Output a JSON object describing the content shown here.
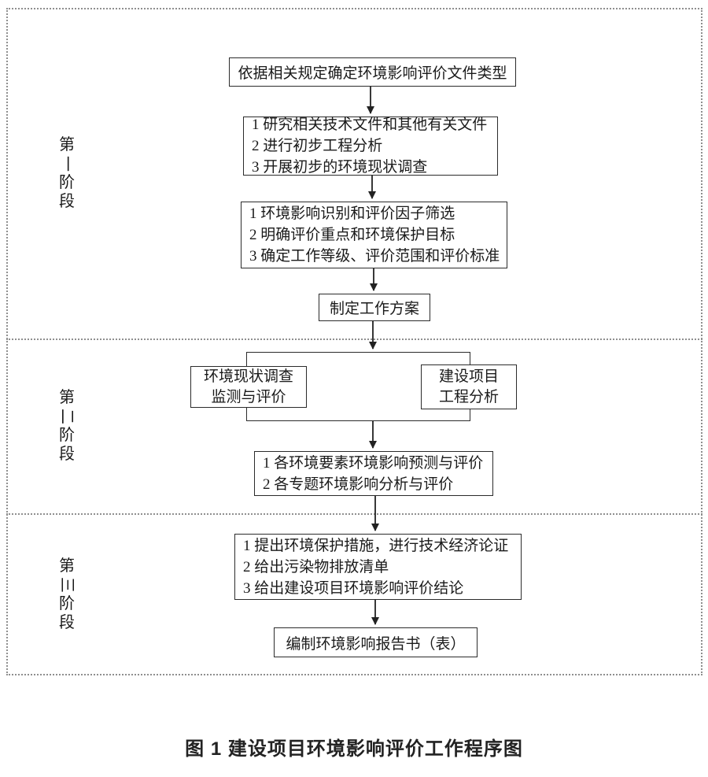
{
  "diagram": {
    "caption": "图 1 建设项目环境影响评价工作程序图",
    "stages": [
      {
        "label": "第一阶段"
      },
      {
        "label": "第二阶段"
      },
      {
        "label": "第三阶段"
      }
    ],
    "flow": {
      "determine_doc_type": "依据相关规定确定环境影响评价文件类型",
      "preliminary_work": [
        "1 研究相关技术文件和其他有关文件",
        "2 进行初步工程分析",
        "3 开展初步的环境现状调查"
      ],
      "identify_and_screen": [
        "1 环境影响识别和评价因子筛选",
        "2 明确评价重点和环境保护目标",
        "3 确定工作等级、评价范围和评价标准"
      ],
      "work_plan": "制定工作方案",
      "status_survey": [
        "环境现状调查",
        "监测与评价"
      ],
      "project_analysis": [
        "建设项目",
        "工程分析"
      ],
      "impact_prediction": [
        "1 各环境要素环境影响预测与评价",
        "2 各专题环境影响分析与评价"
      ],
      "conclusions": [
        "1 提出环境保护措施，进行技术经济论证",
        "2 给出污染物排放清单",
        "3 给出建设项目环境影响评价结论"
      ],
      "compile_report": "编制环境影响报告书（表）"
    },
    "colors": {
      "box_border": "#2b2b2b",
      "text": "#1a1a1a",
      "dotted_line": "#8f8f8f",
      "arrow": "#222222",
      "background": "#ffffff"
    }
  }
}
